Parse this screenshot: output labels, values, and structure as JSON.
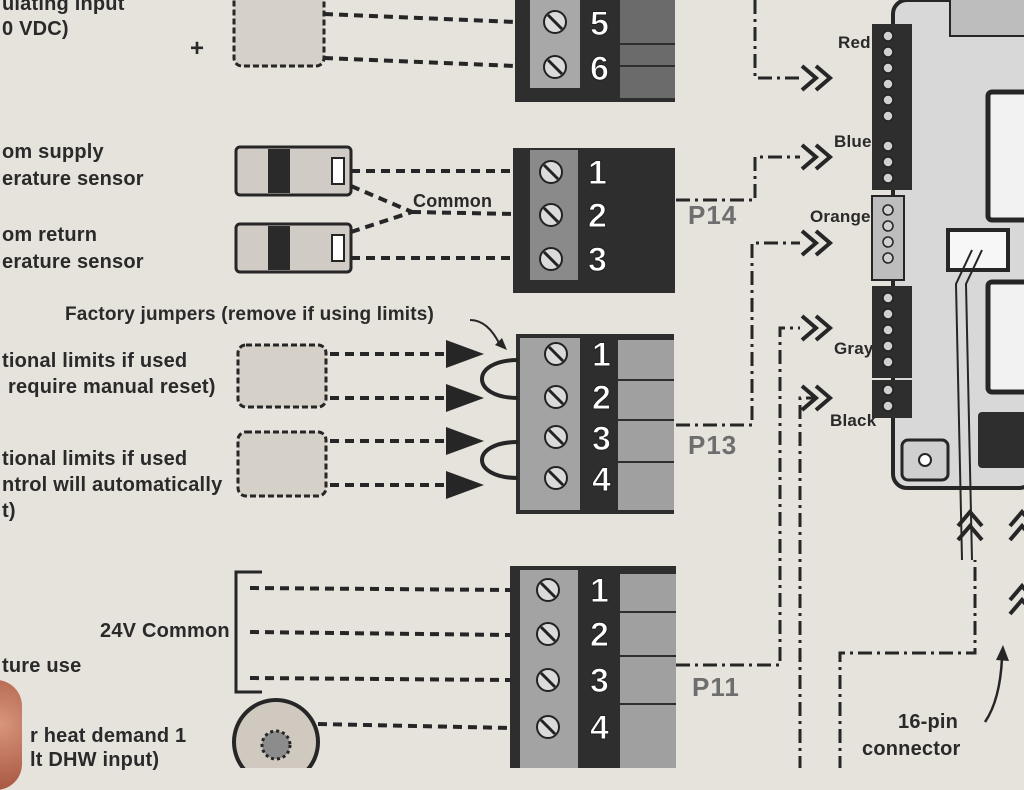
{
  "labels": {
    "top_input": "ulating input",
    "top_vdc": "0 VDC)",
    "plus_sign": "+",
    "supply_1": "om supply",
    "supply_2": "erature sensor",
    "return_1": "om return",
    "return_2": "erature sensor",
    "common": "Common",
    "factory_jumpers": "Factory jumpers (remove if using limits)",
    "limits_manual_1": "tional limits if used",
    "limits_manual_2": "require manual reset)",
    "limits_auto_1": "tional limits if used",
    "limits_auto_2": "ntrol will automatically",
    "limits_auto_3": "t)",
    "v24_common": "24V Common",
    "future_use": "ture use",
    "heat_demand_1": "r heat demand 1",
    "heat_demand_2": "lt DHW input)",
    "pin_connector_1": "16-pin",
    "pin_connector_2": "connector"
  },
  "connectors": {
    "p14": "P14",
    "p13": "P13",
    "p11": "P11"
  },
  "terminals": {
    "top": [
      "5",
      "6"
    ],
    "p14": [
      "1",
      "2",
      "3"
    ],
    "p13": [
      "1",
      "2",
      "3",
      "4"
    ],
    "p11": [
      "1",
      "2",
      "3",
      "4"
    ]
  },
  "wires": [
    "Red",
    "Blue",
    "Orange",
    "Gray",
    "Black"
  ],
  "colors": {
    "paper": "#e6e2dc",
    "ink": "#262626",
    "terminal_block": "#2e2e2e",
    "terminal_light": "#a3a3a3",
    "screw": "#cfcfcf",
    "board": "#d7d7d7"
  }
}
